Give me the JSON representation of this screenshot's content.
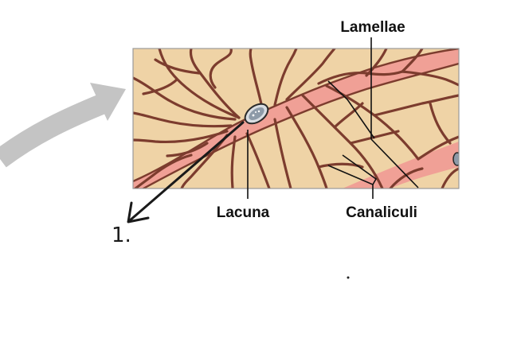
{
  "labels": {
    "lamellae": "Lamellae",
    "lacuna": "Lacuna",
    "canaliculi": "Canaliculi"
  },
  "annotation": {
    "handwritten_mark": "1."
  },
  "colors": {
    "matrix": "#efd3a6",
    "canal_line": "#7c3c2e",
    "lamella_pink": "#f0a096",
    "osteocyte": "#8d9aa8",
    "arrow_gray": "#c4c4c4",
    "ink": "#111111"
  }
}
